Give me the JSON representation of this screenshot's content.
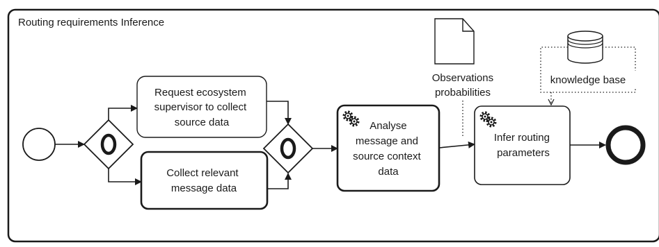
{
  "pool": {
    "title": "Routing requirements Inference"
  },
  "tasks": {
    "request": {
      "lines": [
        "Request ecosystem",
        "supervisor to collect",
        "source  data"
      ]
    },
    "collect": {
      "lines": [
        "Collect relevant",
        "message data"
      ]
    },
    "analyse": {
      "lines": [
        "Analyse",
        "message and",
        "source context",
        "data"
      ]
    },
    "infer": {
      "lines": [
        "Infer routing",
        "parameters"
      ]
    }
  },
  "data_object": {
    "lines": [
      "Observations",
      "probabilities"
    ]
  },
  "data_store": {
    "label": "knowledge base"
  },
  "colors": {
    "stroke": "#1a1a1a",
    "fill": "#ffffff"
  }
}
